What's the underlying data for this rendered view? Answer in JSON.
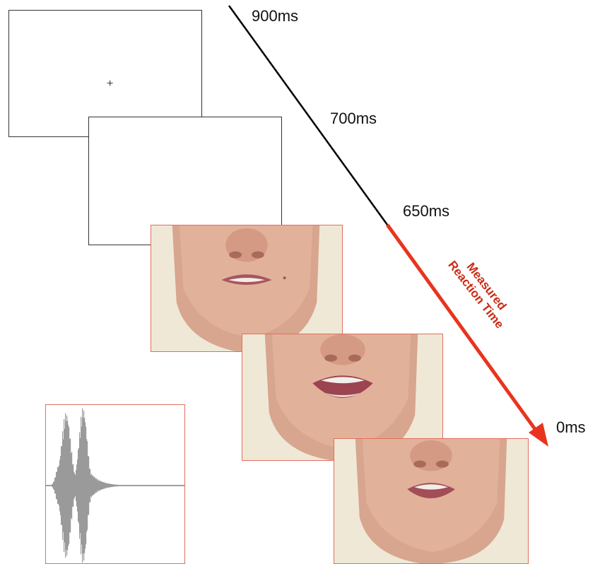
{
  "stimulus": {
    "fixation_symbol": "+"
  },
  "timeline": {
    "labels": {
      "t900": "900ms",
      "t700": "700ms",
      "t650": "650ms",
      "t0": "0ms"
    },
    "reaction_time_label_line1": "Measured",
    "reaction_time_label_line2": "Reaction Time"
  },
  "colors": {
    "timeline_black": "#000000",
    "reaction_time_red": "#e8341e",
    "frame_border_red": "#e07060",
    "waveform_gray": "#9a9a9a"
  },
  "icons": {
    "fixation": "fixation-cross-icon",
    "arrow": "arrow-head-icon"
  }
}
